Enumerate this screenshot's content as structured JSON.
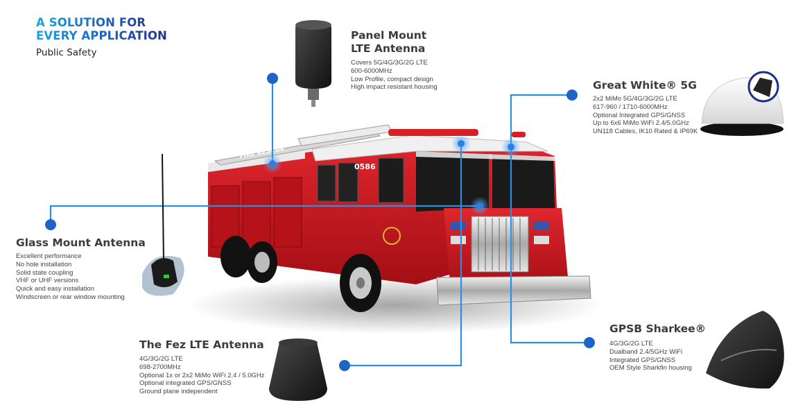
{
  "header": {
    "line1": "A SOLUTION FOR",
    "line2": "EVERY APPLICATION",
    "subtitle": "Public Safety"
  },
  "colors": {
    "accent_blue": "#1d6fd0",
    "navy": "#1e2f86",
    "line_blue": "#2a8fe0",
    "truck_red": "#c8161d"
  },
  "truck": {
    "side_text": "FIRE RESCUE",
    "unit_number": "0586"
  },
  "products": {
    "panel_mount": {
      "title_line1": "Panel Mount",
      "title_line2": "LTE Antenna",
      "specs": [
        "Covers 5G/4G/3G/2G LTE",
        "600-6000MHz",
        "Low Profile, compact design",
        "High impact resistant housing"
      ]
    },
    "great_white": {
      "title": "Great White® 5G",
      "specs": [
        "2x2 MiMo 5G/4G/3G/2G LTE",
        "617-960 / 1710-6000MHz",
        "Optional Integrated GPS/GNSS",
        "Up to 6x6 MiMo WiFi 2.4/5.0GHz",
        "UN118 Cables, IK10 Rated & IP69K"
      ]
    },
    "glass_mount": {
      "title": "Glass Mount Antenna",
      "specs": [
        "Excellent performance",
        "No hole installation",
        "Solid state coupling",
        "VHF or UHF versions",
        "Quick and easy installation",
        "Windscreen or rear window mounting"
      ]
    },
    "fez": {
      "title": "The Fez LTE Antenna",
      "specs": [
        "4G/3G/2G LTE",
        "698-2700MHz",
        "Optional 1x or 2x2 MiMo WiFi 2.4 / 5.0GHz",
        "Optional integrated GPS/GNSS",
        "Ground plane independent"
      ]
    },
    "gpsb_sharkee": {
      "title": "GPSB Sharkee®",
      "specs": [
        "4G/3G/2G LTE",
        "Dualband 2.4/5GHz WiFi",
        "Integrated GPS/GNSS",
        "OEM Style Sharkfin housing"
      ]
    }
  }
}
